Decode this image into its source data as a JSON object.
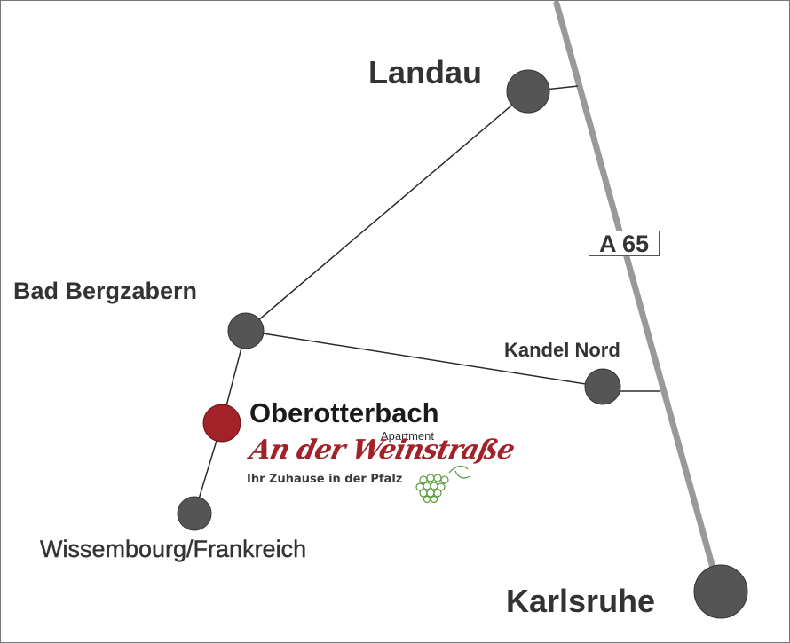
{
  "map": {
    "places": {
      "landau": "Landau",
      "bad_bergzabern": "Bad Bergzabern",
      "kandel_nord": "Kandel Nord",
      "oberotterbach": "Oberotterbach",
      "wissembourg": "Wissembourg/Frankreich",
      "karlsruhe": "Karlsruhe"
    },
    "motorway": {
      "label": "A 65"
    },
    "colors": {
      "road": "#2b2b2b",
      "motorway": "#999999",
      "town_marker": "#555555",
      "highlight_marker": "#a32128",
      "label_text": "#333333"
    }
  },
  "logo": {
    "subtitle": "Apartment",
    "script": "An der Weinstraße",
    "tagline": "Ihr Zuhause in der Pfalz",
    "grape_icon": "grape-cluster-icon"
  }
}
